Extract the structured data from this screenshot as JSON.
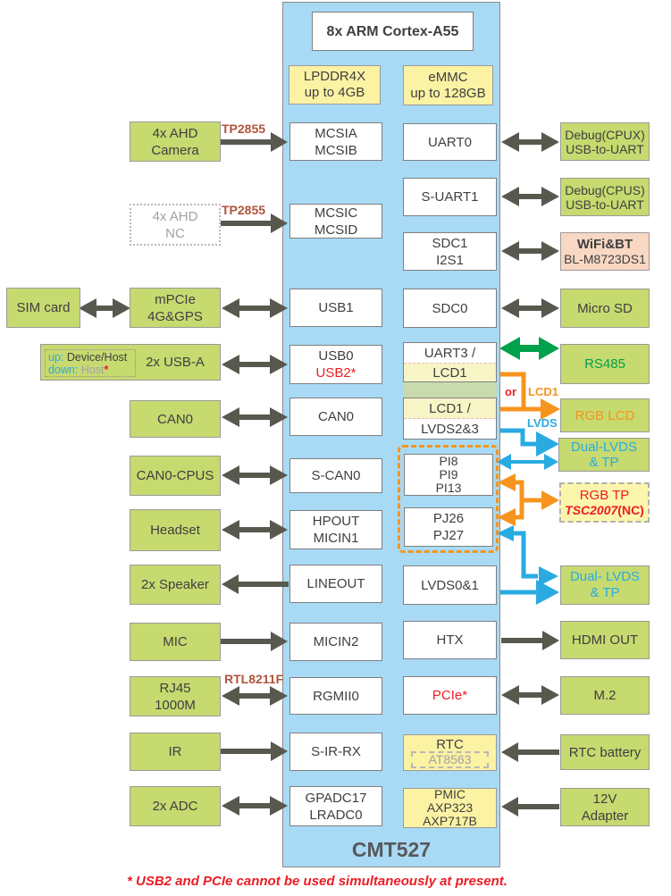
{
  "chip": {
    "cpu": "8x ARM Cortex-A55",
    "name": "CMT527",
    "memory": {
      "lpddr_l1": "LPDDR4X",
      "lpddr_l2": "up to 4GB",
      "emmc_l1": "eMMC",
      "emmc_l2": "up to 128GB"
    }
  },
  "inner_left": {
    "mcsi_ab": {
      "l1": "MCSIA",
      "l2": "MCSIB"
    },
    "mcsi_cd": {
      "l1": "MCSIC",
      "l2": "MCSID"
    },
    "usb1": "USB1",
    "usb0": {
      "l1": "USB0",
      "l2": "USB2*"
    },
    "can0": "CAN0",
    "s_can0": "S-CAN0",
    "hpout": {
      "l1": "HPOUT",
      "l2": "MICIN1"
    },
    "lineout": "LINEOUT",
    "micin2": "MICIN2",
    "rgmii0": "RGMII0",
    "s_ir_rx": "S-IR-RX",
    "gpadc": {
      "l1": "GPADC17",
      "l2": "LRADC0"
    }
  },
  "inner_right": {
    "uart0": "UART0",
    "s_uart1": "S-UART1",
    "sdc1": {
      "l1": "SDC1",
      "l2": "I2S1"
    },
    "sdc0": "SDC0",
    "uart3_lcd1": {
      "top": "UART3 /",
      "bottom": "LCD1"
    },
    "lcd1_lvds": {
      "top": "LCD1 /",
      "bottom": "LVDS2&3"
    },
    "pi": {
      "l1": "PI8",
      "l2": "PI9",
      "l3": "PI13"
    },
    "pj": {
      "l1": "PJ26",
      "l2": "PJ27"
    },
    "lvds01": "LVDS0&1",
    "htx": "HTX",
    "pcie": "PCIe*",
    "rtc": {
      "l1": "RTC",
      "chip": "AT8563"
    },
    "pmic": {
      "l1": "PMIC",
      "l2": "AXP323",
      "l3": "AXP717B"
    }
  },
  "left": {
    "ahd_cam": {
      "l1": "4x AHD",
      "l2": "Camera"
    },
    "ahd_nc": {
      "l1": "4x AHD",
      "l2": "NC"
    },
    "sim": "SIM card",
    "mpcie": {
      "l1": "mPCIe",
      "l2": "4G&GPS"
    },
    "usba": {
      "label": "2x USB-A",
      "up_k": "up:",
      "up_v": " Device/Host",
      "down_k": "down:",
      "down_v": " Host",
      "star": "*"
    },
    "can0": "CAN0",
    "can0_cpus": "CAN0-CPUS",
    "headset": "Headset",
    "speaker": "2x Speaker",
    "mic": "MIC",
    "rj45": {
      "l1": "RJ45",
      "l2": "1000M"
    },
    "ir": "IR",
    "adc": "2x ADC"
  },
  "right": {
    "debug_x": {
      "l1": "Debug(CPUX)",
      "l2": "USB-to-UART"
    },
    "debug_s": {
      "l1": "Debug(CPUS)",
      "l2": "USB-to-UART"
    },
    "wifi": {
      "l1": "WiFi&BT",
      "l2": "BL-M8723DS1"
    },
    "microsd": "Micro SD",
    "rs485": "RS485",
    "rgb_lcd": "RGB LCD",
    "dual_lvds1": {
      "l1": "Dual-LVDS",
      "l2": "& TP"
    },
    "rgb_tp": {
      "l1": "RGB TP",
      "chip": "TSC2007",
      "nc": "(NC)"
    },
    "dual_lvds2": {
      "l1": "Dual- LVDS",
      "l2": "& TP"
    },
    "hdmi": "HDMI OUT",
    "m2": "M.2",
    "rtc_bat": "RTC battery",
    "adapter": {
      "l1": "12V",
      "l2": "Adapter"
    }
  },
  "labels": {
    "tp2855_a": "TP2855",
    "tp2855_b": "TP2855",
    "rtl8211f": "RTL8211F",
    "or": "or",
    "lcd1": "LCD1",
    "lvds": "LVDS"
  },
  "footer": "* USB2 and PCIe cannot be used simultaneously at present.",
  "colors": {
    "soc_blue": "#a8daf5",
    "peripheral_green": "#c6da70",
    "memory_yellow": "#fbf2a3",
    "wifi_salmon": "#f8d7c3",
    "arrow_gray": "#58584f",
    "accent_orange": "#f7941d",
    "accent_blue": "#29abe2",
    "accent_green": "#00a14b",
    "accent_red": "#ed1c24",
    "chip_label_brown": "#b0543b"
  }
}
